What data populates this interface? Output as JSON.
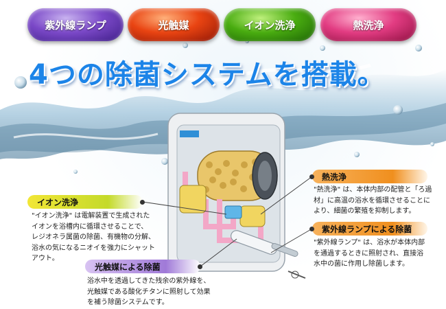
{
  "pills": [
    {
      "label": "紫外線ランプ",
      "color": "#7b49c8"
    },
    {
      "label": "光触媒",
      "color": "#e94412"
    },
    {
      "label": "イオン洗浄",
      "color": "#49ac10"
    },
    {
      "label": "熱洗浄",
      "color": "#e23c82"
    }
  ],
  "headline": "4つの除菌システムを搭載。",
  "features": {
    "ion": {
      "title": "イオン洗浄",
      "lines": [
        "\"イオン洗浄\" は電解装置で生成された",
        "イオンを浴槽内に循環させることで、",
        "レジオネラ属菌の除菌、有機物の分解、",
        "浴水の気になるニオイを強力にシャット",
        "アウト。"
      ]
    },
    "photocatalyst": {
      "title": "光触媒による除菌",
      "lines": [
        "浴水中を透過してきた残余の紫外線を、",
        "光触媒である酸化チタンに照射して効果",
        "を補う除菌システムです。"
      ]
    },
    "heat": {
      "title": "熱洗浄",
      "lines": [
        "\"熱洗浄\" は、本体内部の配管と「ろ過",
        "材」に高温の浴水を循環させることに",
        "より、細菌の繁殖を抑制します。"
      ]
    },
    "uv": {
      "title": "紫外線ランプによる除菌",
      "lines": [
        "\"紫外線ランプ\" は、浴水が本体内部",
        "を通過するときに照射され、直接浴",
        "水中の菌に作用し除菌します。"
      ]
    }
  }
}
